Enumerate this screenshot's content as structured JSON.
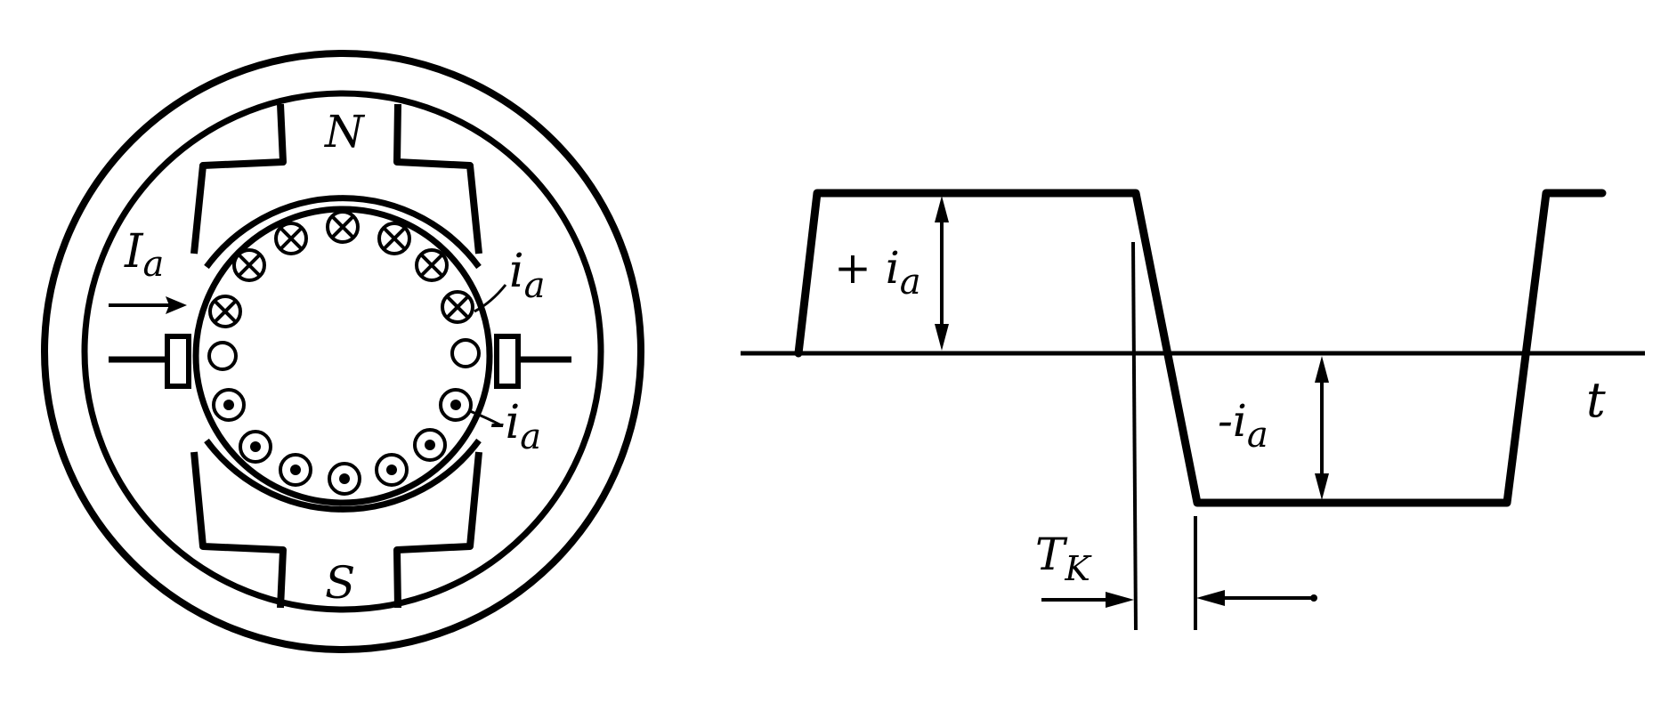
{
  "machine": {
    "pole_north": "N",
    "pole_south": "S",
    "armature_current": {
      "main": "I",
      "sub": "a"
    },
    "conductor_current_top": {
      "main": "i",
      "sub": "a"
    },
    "conductor_current_bottom": {
      "prefix": "-",
      "main": "i",
      "sub": "a"
    },
    "conductors": {
      "into_page": 7,
      "neutral": 2,
      "out_of_page": 7
    }
  },
  "waveform": {
    "positive_label": {
      "prefix": "+ ",
      "main": "i",
      "sub": "a"
    },
    "negative_label": {
      "prefix": "-",
      "main": "i",
      "sub": "a"
    },
    "time_label": "t",
    "commutation_label": {
      "main": "T",
      "sub": "K"
    }
  },
  "colors": {
    "ink": "#000000",
    "background": "#ffffff"
  }
}
